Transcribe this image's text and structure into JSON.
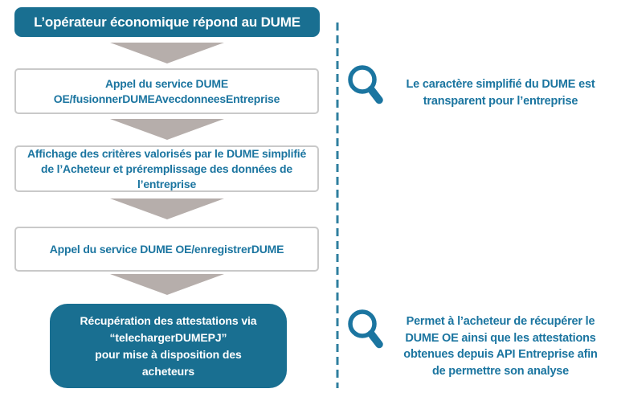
{
  "colors": {
    "teal_fill": "#196f91",
    "teal_text": "#1b75a0",
    "arrow": "#b6aeab",
    "box_border": "#c9c9c9",
    "divider": "#2f7f9f",
    "white_text": "#ffffff"
  },
  "flow": {
    "header": "L’opérateur économique répond au DUME",
    "steps": [
      {
        "lines": [
          "Appel du service DUME",
          "OE/fusionnerDUMEAvecdonneesEntreprise"
        ]
      },
      {
        "lines": [
          "Affichage des critères valorisés par le DUME simplifié",
          "de l’Acheteur et préremplissage des données de",
          "l’entreprise"
        ]
      },
      {
        "lines": [
          "Appel du service DUME OE/enregistrerDUME"
        ]
      }
    ],
    "final": {
      "lines": [
        "Récupération des attestations via",
        "“telechargerDUMEPJ”",
        "pour mise à disposition des",
        "acheteurs"
      ]
    }
  },
  "annotations": [
    {
      "icon": "magnifier-icon",
      "lines": [
        "Le caractère simplifié du DUME est",
        "transparent pour l’entreprise"
      ]
    },
    {
      "icon": "magnifier-icon",
      "lines": [
        "Permet à l’acheteur de récupérer le",
        "DUME OE ainsi que les attestations",
        "obtenues depuis API Entreprise afin",
        "de permettre son analyse"
      ]
    }
  ]
}
